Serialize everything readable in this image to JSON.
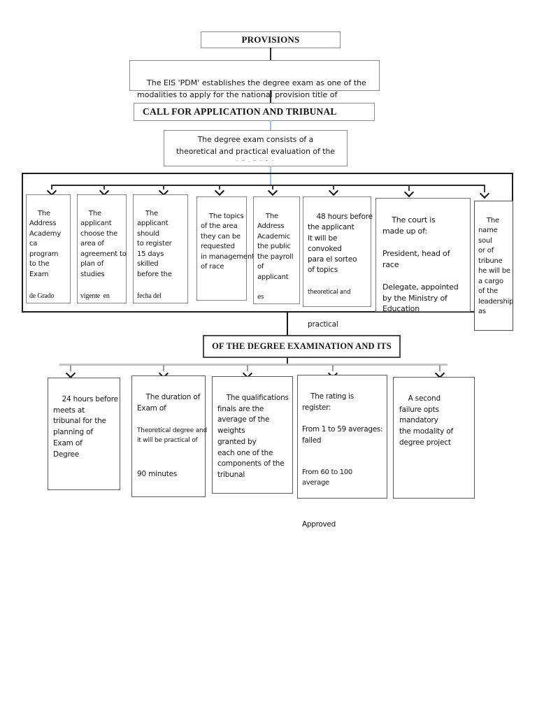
{
  "colors": {
    "connector_blue": "#9dc3e6",
    "line_dark": "#2a2a2a",
    "line_gray": "#c4c4c4",
    "container_border": "#1c1c1c",
    "box_border_gray": "#858585",
    "text": "#141414",
    "background": "#ffffff"
  },
  "top": {
    "provisions": "PROVISIONS",
    "intro": "The EIS 'PDM' establishes the degree exam as one of the\nmodalities to apply for the national provision title of",
    "call_header": "CALL FOR APPLICATION AND TRIBUNAL",
    "exam_desc": "The degree exam consists of a\ntheoretical and practical evaluation of the",
    "exam_desc_partial": "· · .     ·     · · ·"
  },
  "row1": {
    "box1": {
      "text": "The\nAddress\nAcademy\nca\nprogram\nto the\nExam",
      "tail": "de Grado"
    },
    "box2": {
      "text": "The\napplicant\nchoose the\narea of\nagreement to\nplan of\nstudies",
      "tail": "vigente  en"
    },
    "box3": {
      "text": "The\napplicant\nshould\nto register\n15 days\nskilled\nbefore the",
      "tail": "fecha del"
    },
    "box4": {
      "text": "The topics\nof the area\nthey can be\nrequested\nin management\nof race"
    },
    "box5": {
      "text": "The\nAddress\nAcademic\nthe public\nthe payroll\nof\napplicant",
      "tail": "es"
    },
    "box6": {
      "text": "48 hours before\nthe applicant\nit will be\nconvoked\npara el sorteo\nof topics",
      "small": "theoretical and",
      "text2": "practical"
    },
    "box7": {
      "text": "The court is\nmade up of:\n\nPresident, head of\nrace\n\nDelegate, appointed\nby the Ministry of\nEducation"
    },
    "box8": {
      "text": "The\nname\nsoul\nor of\ntribune\nhe will be\na cargo\nof the\nleadership\nas"
    }
  },
  "mid": {
    "header": "OF THE DEGREE EXAMINATION AND ITS"
  },
  "row2": {
    "box1": {
      "text": "24 hours before\nmeets at\ntribunal for the\nplanning of\nExam of\nDegree"
    },
    "box2": {
      "text": "The duration of\nExam of",
      "small": "Theoretical degree and\nit will be practical of",
      "text2": "90 minutes"
    },
    "box3": {
      "text": "The qualifications\nfinals are the\naverage of the\nweights\ngranted by\neach one of the\ncomponents of the\ntribunal"
    },
    "box4": {
      "text": "The rating is\nregister:\n\nFrom 1 to 59 averages:\nfailed",
      "small": "From 60 to 100\naverage",
      "text2": "Approved"
    },
    "box5": {
      "text": "A second\nfailure opts\nmandatory\nthe modality of\ndegree project"
    }
  }
}
